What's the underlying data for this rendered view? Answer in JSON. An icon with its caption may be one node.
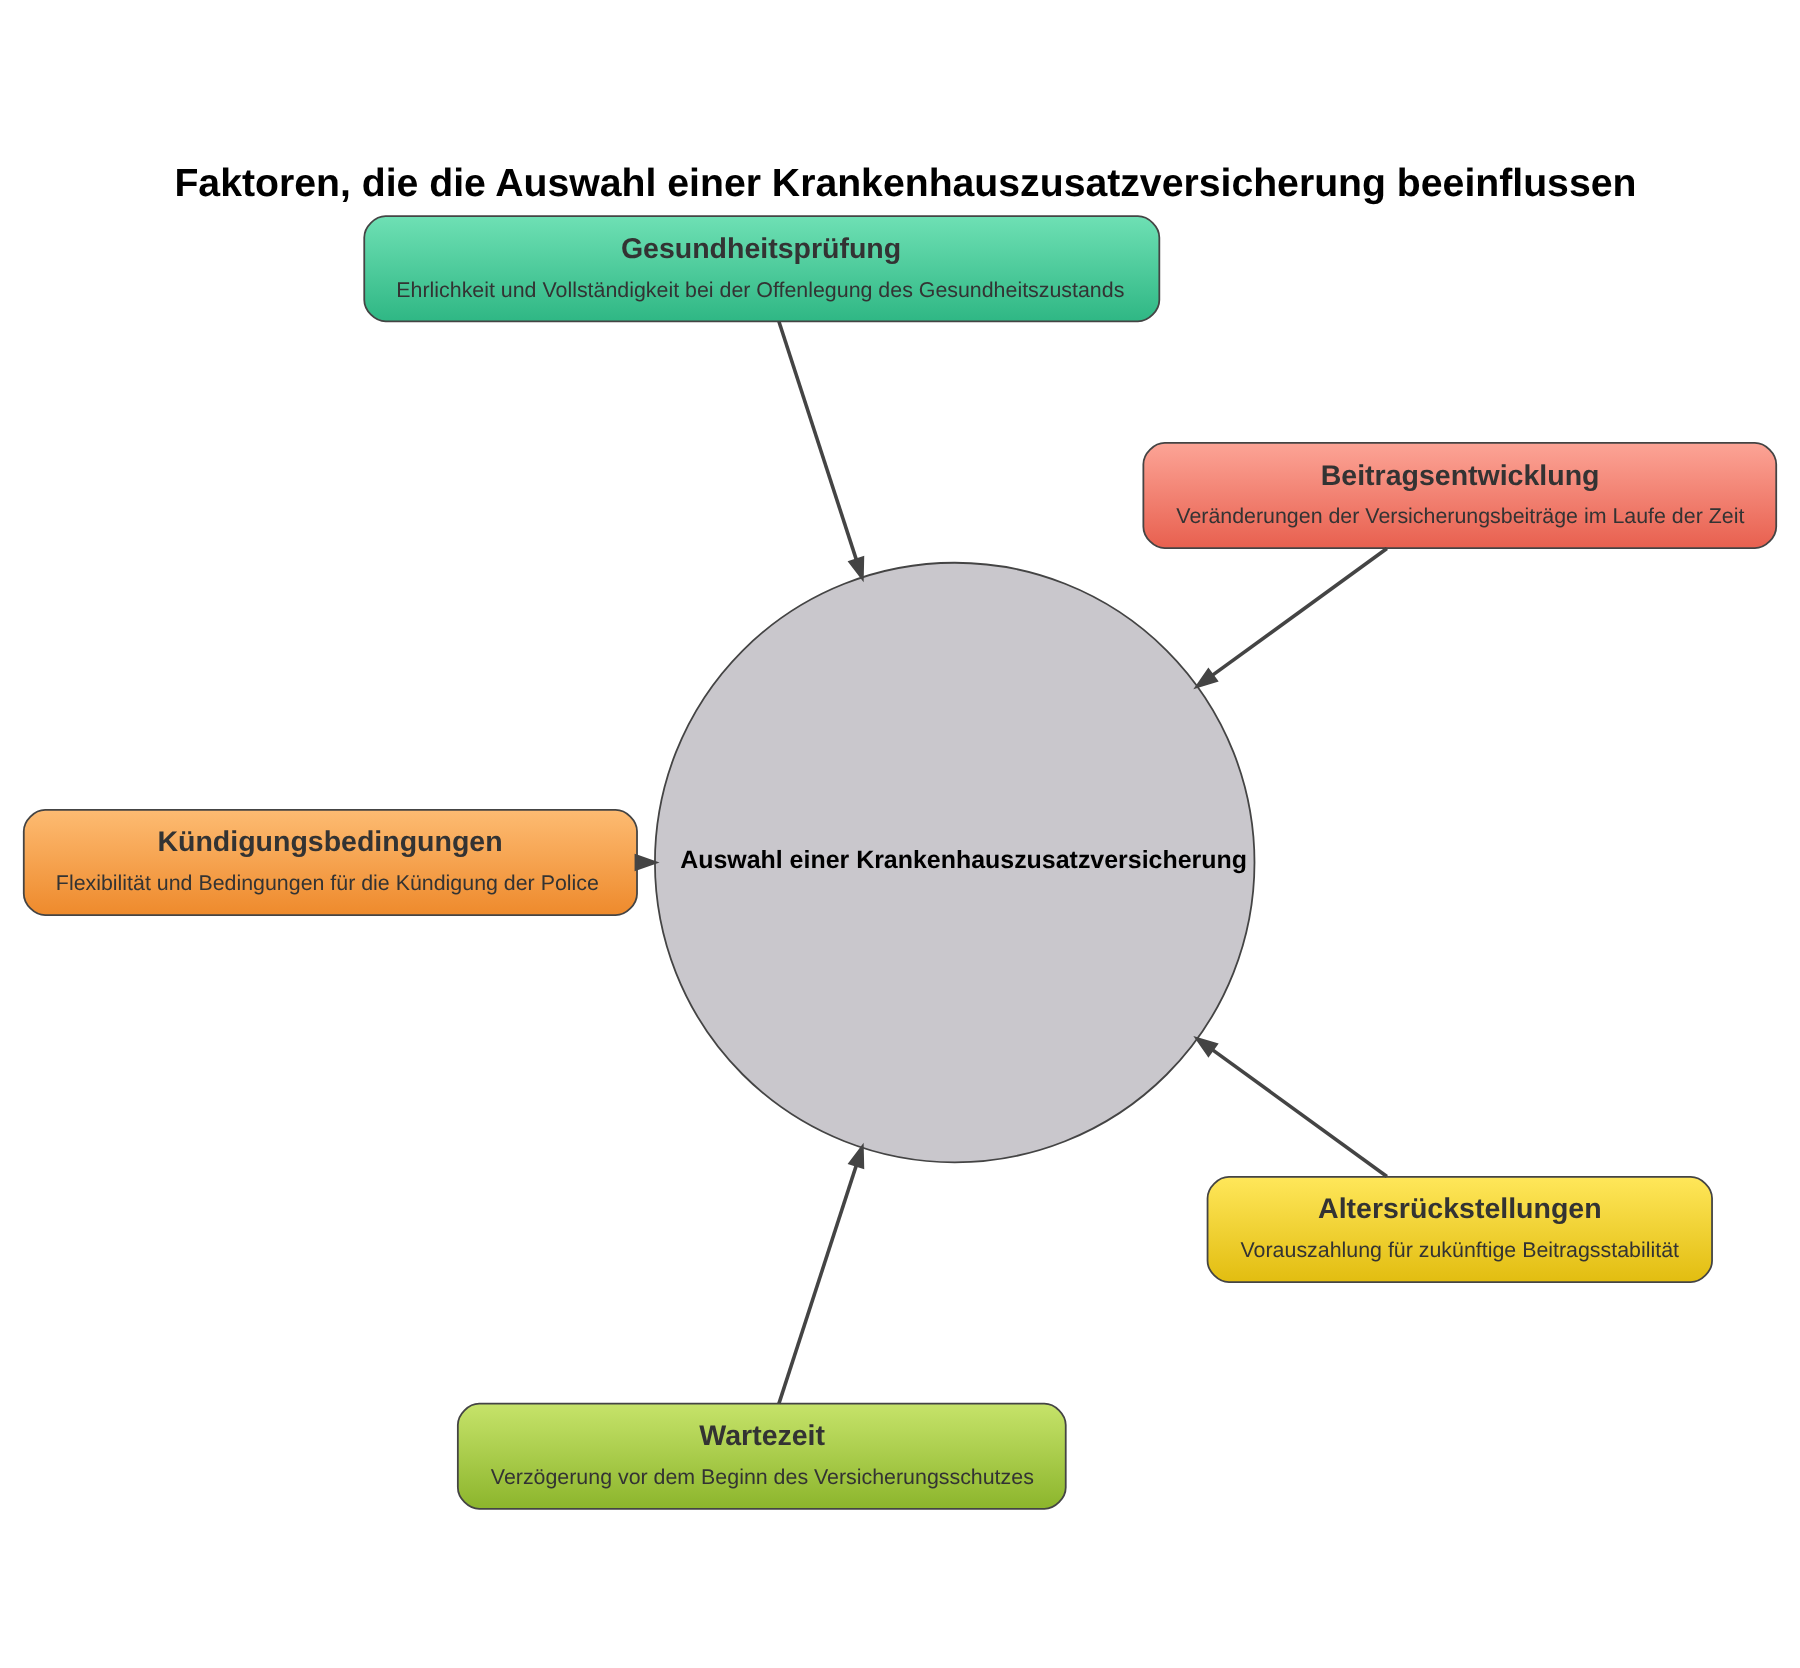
{
  "diagram": {
    "title": "Faktoren, die die Auswahl einer Krankenhauszusatzversicherung beeinflussen",
    "nodes": [
      {
        "text": [
          "Auswahl einer Krankenhauszusatzversicherung"
        ]
      },
      {
        "text": [
          "Beitragsentwicklung",
          "Veränderungen der Versicherungsbeiträge im Laufe der Zeit"
        ]
      },
      {
        "text": [
          "Gesundheitsprüfung",
          "Ehrlichkeit und Vollständigkeit bei der Offenlegung des Gesundheitszustands"
        ]
      },
      {
        "text": [
          "Kündigungsbedingungen",
          "Flexibilität und Bedingungen für die Kündigung der Police"
        ]
      },
      {
        "text": [
          "Wartezeit",
          "Verzögerung vor dem Beginn des Versicherungsschutzes"
        ]
      },
      {
        "text": [
          "Altersrückstellungen",
          "Vorauszahlung für zukünftige Beitragsstabilität"
        ]
      }
    ],
    "edges": [
      {
        "from": 1,
        "to": 0,
        "arrow": "to"
      },
      {
        "from": 2,
        "to": 0,
        "arrow": "to"
      },
      {
        "from": 4,
        "to": 0,
        "arrow": "to"
      },
      {
        "from": 5,
        "to": 0,
        "arrow": "to"
      },
      {
        "from": 3,
        "to": 0,
        "arrow": "to"
      }
    ]
  }
}
